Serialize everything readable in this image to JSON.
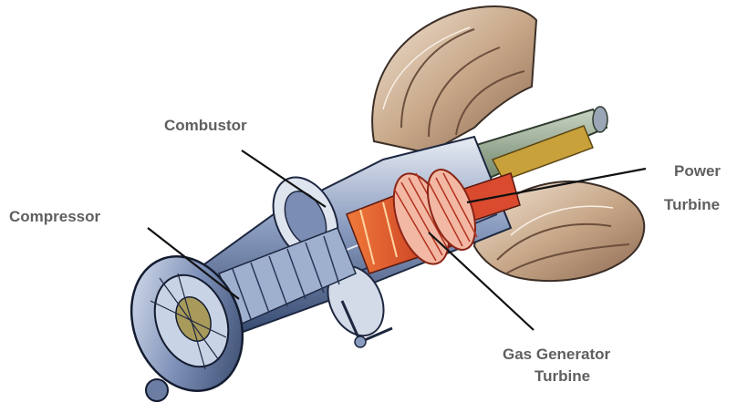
{
  "diagram": {
    "labels": {
      "combustor": "Combustor",
      "compressor": "Compressor",
      "power_turbine_line1": "Power",
      "power_turbine_line2": "Turbine",
      "gas_generator_turbine_line1": "Gas Generator",
      "gas_generator_turbine_line2": "Turbine"
    }
  },
  "colors": {
    "label_text": "#5f5f5f",
    "leader_line": "#111111",
    "casing_blue": "#5a6f9a",
    "metal_light": "#d9dee8",
    "hot_section_red": "#d9412b",
    "exhaust_tan": "#c9a98a",
    "shaft_green": "#6f8a6a"
  }
}
